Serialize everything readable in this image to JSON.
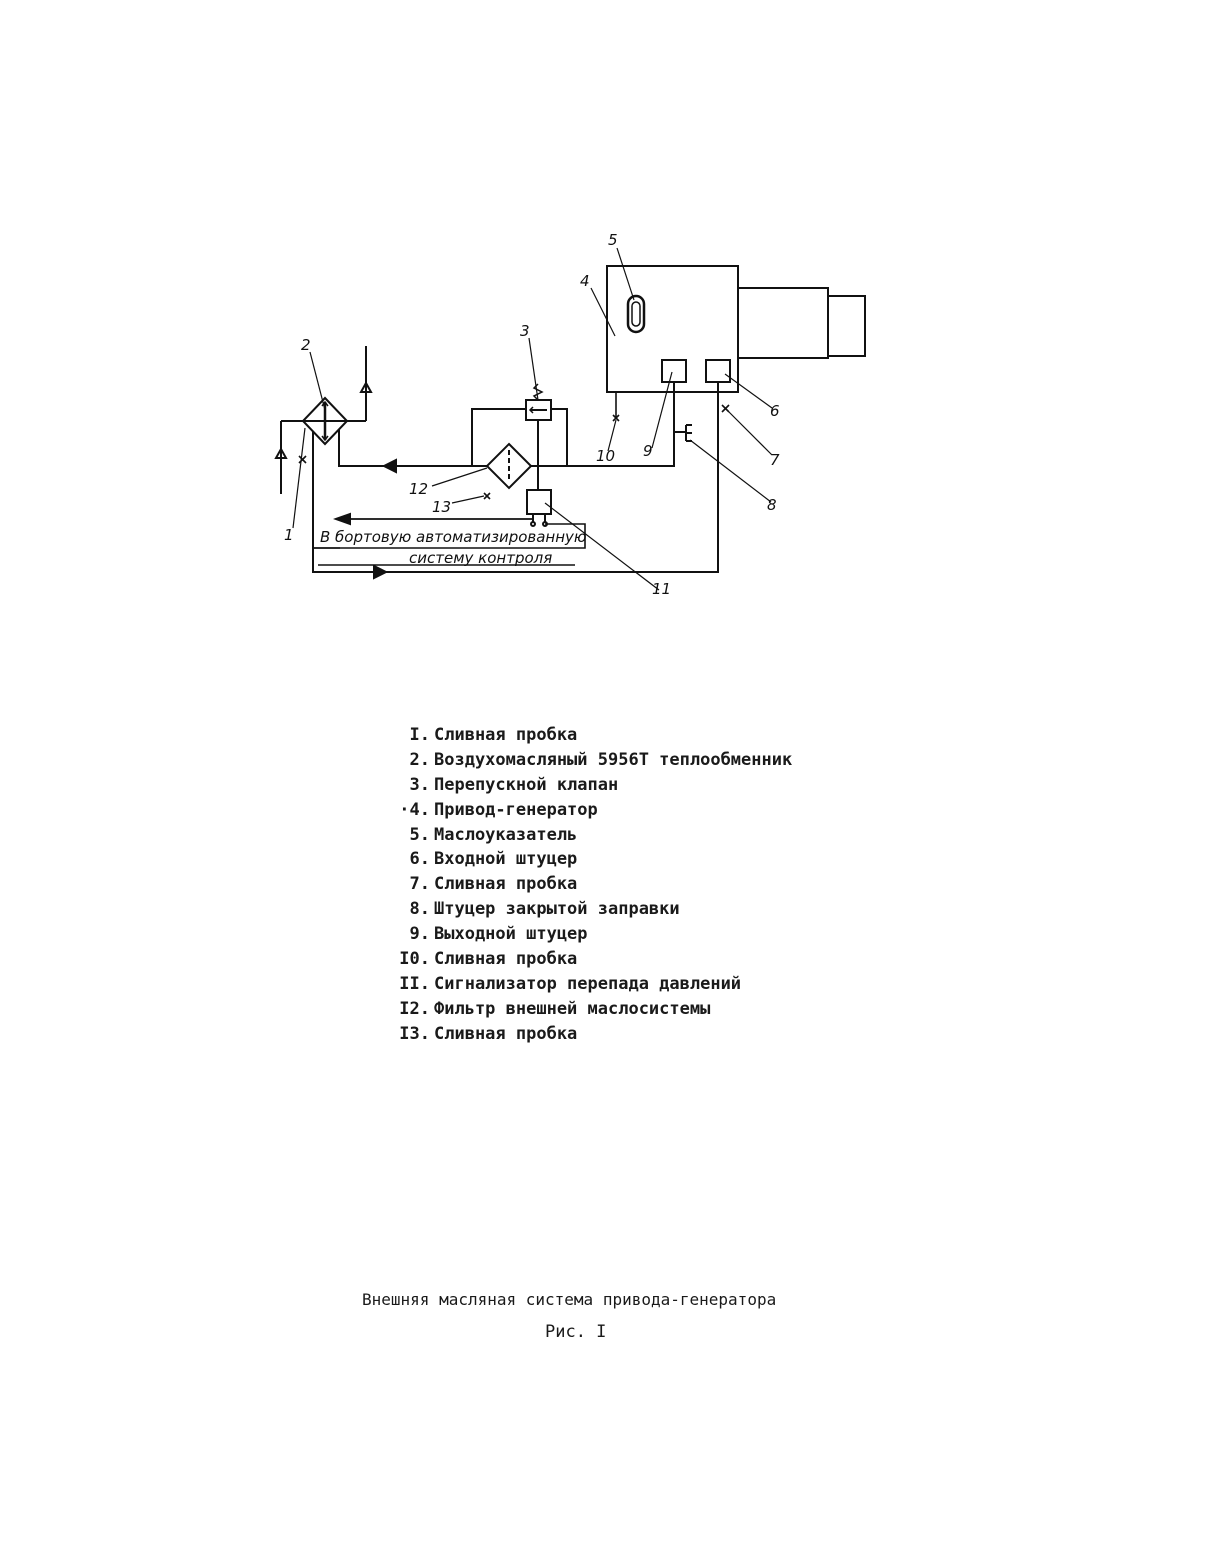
{
  "diagram": {
    "callouts": [
      "1",
      "2",
      "3",
      "4",
      "5",
      "6",
      "7",
      "8",
      "9",
      "10",
      "11",
      "12",
      "13"
    ],
    "annotation_line1": "В бортовую автоматизированную",
    "annotation_line2": "систему контроля"
  },
  "legend": [
    {
      "num": "I.",
      "text": "Сливная пробка"
    },
    {
      "num": "2.",
      "text": "Воздухомасляный 5956Т теплообменник"
    },
    {
      "num": "3.",
      "text": "Перепускной клапан"
    },
    {
      "num": "·4.",
      "text": "Привод-генератор"
    },
    {
      "num": "5.",
      "text": "Маслоуказатель"
    },
    {
      "num": "6.",
      "text": "Входной штуцер"
    },
    {
      "num": "7.",
      "text": "Сливная пробка"
    },
    {
      "num": "8.",
      "text": "Штуцер закрытой заправки"
    },
    {
      "num": "9.",
      "text": "Выходной штуцер"
    },
    {
      "num": "I0.",
      "text": "Сливная пробка"
    },
    {
      "num": "II.",
      "text": "Сигнализатор перепада давлений"
    },
    {
      "num": "I2.",
      "text": "Фильтр внешней маслосистемы"
    },
    {
      "num": "I3.",
      "text": "Сливная пробка"
    }
  ],
  "caption": {
    "title": "Внешняя масляная система привода-генератора",
    "figure": "Рис. I"
  }
}
